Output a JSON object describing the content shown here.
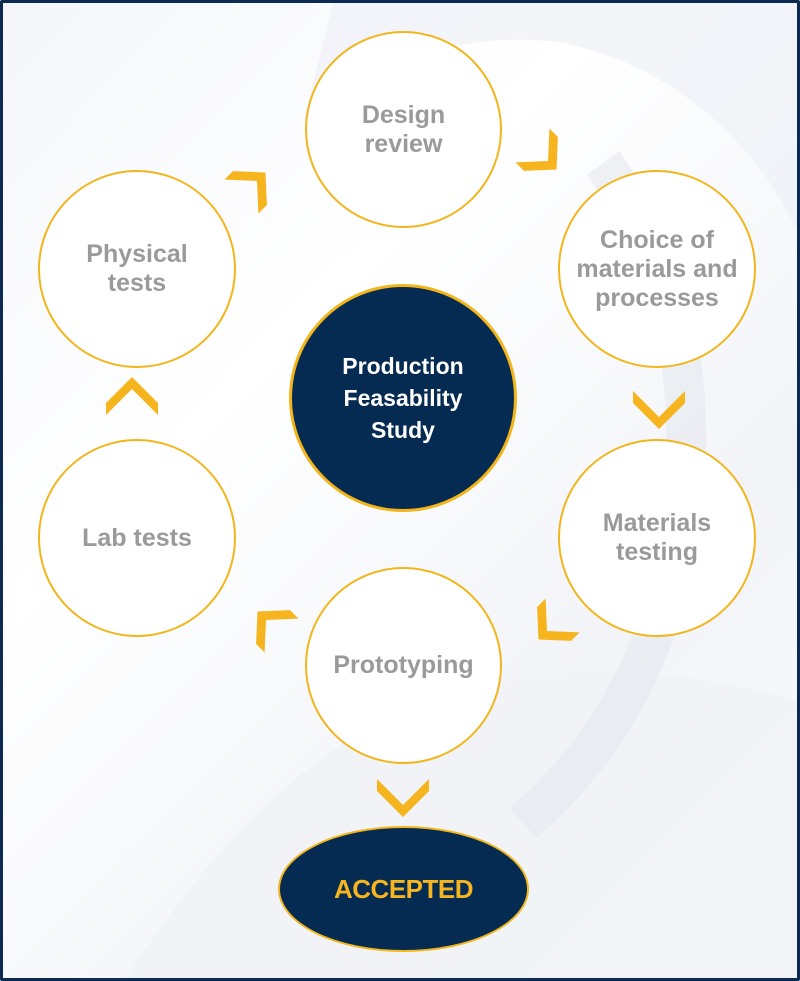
{
  "diagram": {
    "center": {
      "label": "Production\nFeasability\nStudy"
    },
    "steps": [
      {
        "id": "design-review",
        "label": "Design\nreview"
      },
      {
        "id": "choice-materials",
        "label": "Choice of\nmaterials and\nprocesses"
      },
      {
        "id": "materials-testing",
        "label": "Materials\ntesting"
      },
      {
        "id": "prototyping",
        "label": "Prototyping"
      },
      {
        "id": "lab-tests",
        "label": "Lab tests"
      },
      {
        "id": "physical-tests",
        "label": "Physical\ntests"
      }
    ],
    "final": {
      "label": "ACCEPTED"
    },
    "colors": {
      "navy": "#062b52",
      "gold": "#f6b41e",
      "node_text": "#9a9a9a",
      "border": "#0d2b52"
    }
  }
}
